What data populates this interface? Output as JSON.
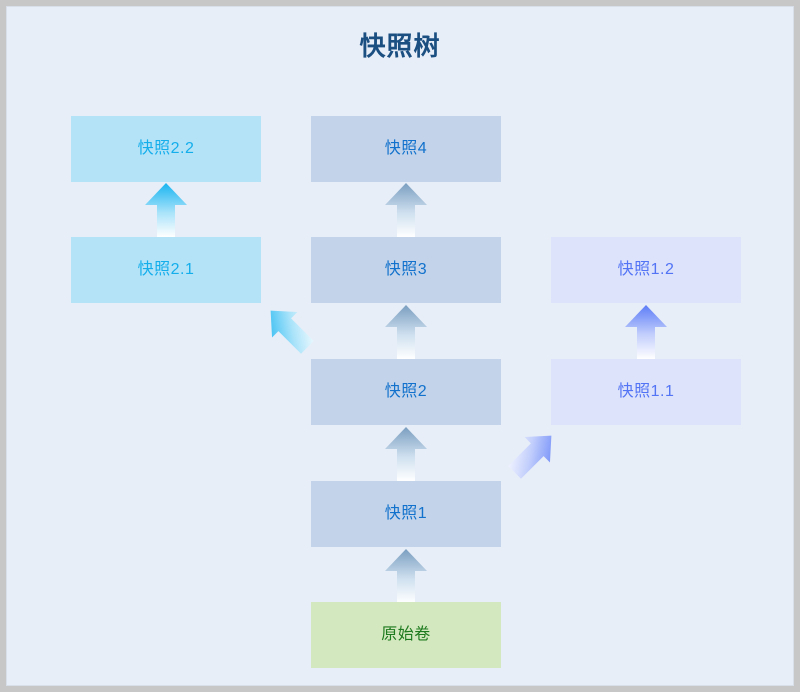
{
  "page": {
    "title": "快照树",
    "background_color": "#e8eef8",
    "border_color": "#c7c7c7",
    "title_color": "#1b4f82"
  },
  "palette": {
    "volume_fill": "#d3e8bf",
    "volume_text": "#1e7a1e",
    "trunk_fill": "#c3d4ea",
    "trunk_text": "#1171cc",
    "branch_cyan_fill": "#b4e3f8",
    "branch_cyan_text": "#14aeeb",
    "branch_blue_fill": "#dde3fb",
    "branch_blue_text": "#5274f5",
    "arrow_trunk": "#7a9ec0",
    "arrow_cyan": "#18b4f0",
    "arrow_blue": "#5d7df7"
  },
  "nodes": [
    {
      "id": "volume",
      "label": "原始卷",
      "kind": "volume"
    },
    {
      "id": "snapshot1",
      "label": "快照1",
      "kind": "trunk"
    },
    {
      "id": "snapshot2",
      "label": "快照2",
      "kind": "trunk"
    },
    {
      "id": "snapshot3",
      "label": "快照3",
      "kind": "trunk"
    },
    {
      "id": "snapshot4",
      "label": "快照4",
      "kind": "trunk"
    },
    {
      "id": "snapshot2_1",
      "label": "快照2.1",
      "kind": "branch-cyan"
    },
    {
      "id": "snapshot2_2",
      "label": "快照2.2",
      "kind": "branch-cyan"
    },
    {
      "id": "snapshot1_1",
      "label": "快照1.1",
      "kind": "branch-blue"
    },
    {
      "id": "snapshot1_2",
      "label": "快照1.2",
      "kind": "branch-blue"
    }
  ],
  "edges": [
    {
      "from": "volume",
      "to": "snapshot1",
      "direction": "up",
      "color": "trunk"
    },
    {
      "from": "snapshot1",
      "to": "snapshot2",
      "direction": "up",
      "color": "trunk"
    },
    {
      "from": "snapshot2",
      "to": "snapshot3",
      "direction": "up",
      "color": "trunk"
    },
    {
      "from": "snapshot3",
      "to": "snapshot4",
      "direction": "up",
      "color": "trunk"
    },
    {
      "from": "snapshot2",
      "to": "snapshot2_1",
      "direction": "up-left",
      "color": "cyan"
    },
    {
      "from": "snapshot2_1",
      "to": "snapshot2_2",
      "direction": "up",
      "color": "cyan"
    },
    {
      "from": "snapshot1",
      "to": "snapshot1_1",
      "direction": "up-right",
      "color": "blue"
    },
    {
      "from": "snapshot1_1",
      "to": "snapshot1_2",
      "direction": "up",
      "color": "blue"
    }
  ],
  "labels": {
    "volume": "原始卷",
    "snapshot1": "快照1",
    "snapshot2": "快照2",
    "snapshot3": "快照3",
    "snapshot4": "快照4",
    "snapshot2_1": "快照2.1",
    "snapshot2_2": "快照2.2",
    "snapshot1_1": "快照1.1",
    "snapshot1_2": "快照1.2"
  }
}
